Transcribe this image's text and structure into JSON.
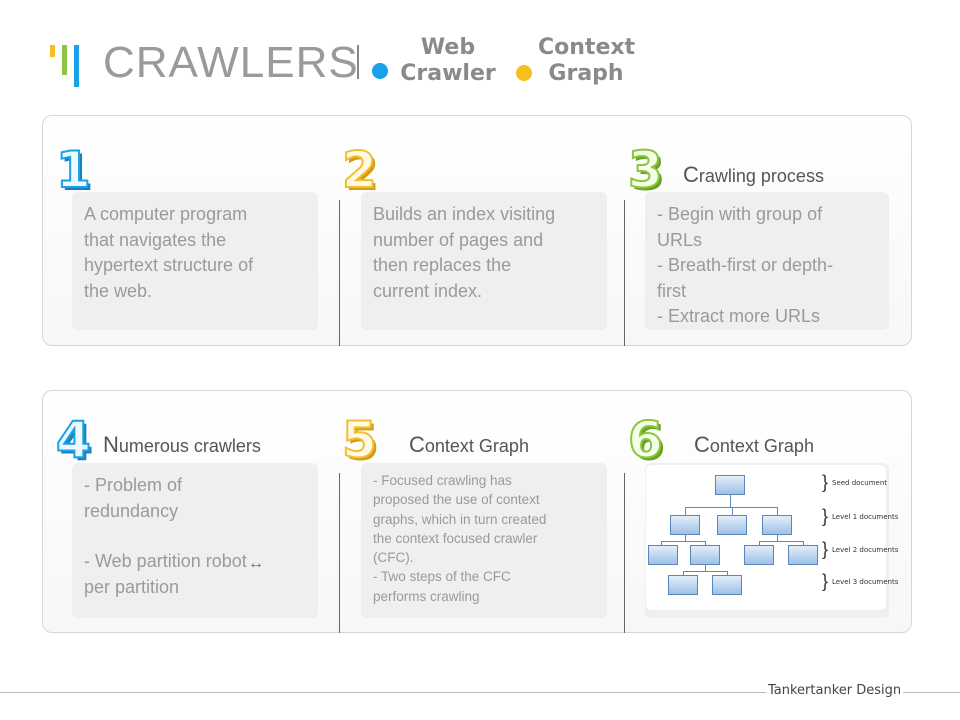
{
  "header": {
    "title": "CRAWLERS",
    "legend": [
      {
        "label_line1": "Web",
        "label_line2": "Crawler",
        "color": "#1aa2e8"
      },
      {
        "label_line1": "Context",
        "label_line2": "Graph",
        "color": "#f5c01e"
      }
    ],
    "logo_colors": [
      "#f5c01e",
      "#8cc540",
      "#1aa2e8"
    ]
  },
  "panel1": {
    "items": [
      {
        "number": "1",
        "heading": "",
        "lines": [
          "A computer program",
          "that navigates the",
          "hypertext structure of",
          "the web."
        ]
      },
      {
        "number": "2",
        "heading": "",
        "lines": [
          "Builds an index visiting",
          "number of pages and",
          "then replaces the",
          "current index."
        ]
      },
      {
        "number": "3",
        "heading_cap": "C",
        "heading_rest": "rawling process",
        "lines": [
          "- Begin with group of",
          "URLs",
          "- Breath-first or depth-",
          "first",
          "- Extract more URLs"
        ]
      }
    ]
  },
  "panel2": {
    "items": [
      {
        "number": "4",
        "heading_cap": "N",
        "heading_rest": "umerous crawlers",
        "lines": [
          "- Problem of",
          "redundancy",
          "",
          "- Web partition  robot",
          "per partition"
        ]
      },
      {
        "number": "5",
        "heading_cap": "C",
        "heading_rest": "ontext Graph",
        "lines": [
          "- Focused crawling has",
          "proposed the use of context",
          "graphs, which in turn created",
          "the context focused crawler",
          "(CFC).",
          "- Two steps of the CFC",
          "performs crawling"
        ]
      },
      {
        "number": "6",
        "heading_cap": "C",
        "heading_rest": "ontext Graph",
        "diagram_levels": [
          "Seed document",
          "Level 1 documents",
          "Level 2 documents",
          "Level 3 documents"
        ]
      }
    ]
  },
  "footer": {
    "credit": "Tankertanker Design"
  }
}
